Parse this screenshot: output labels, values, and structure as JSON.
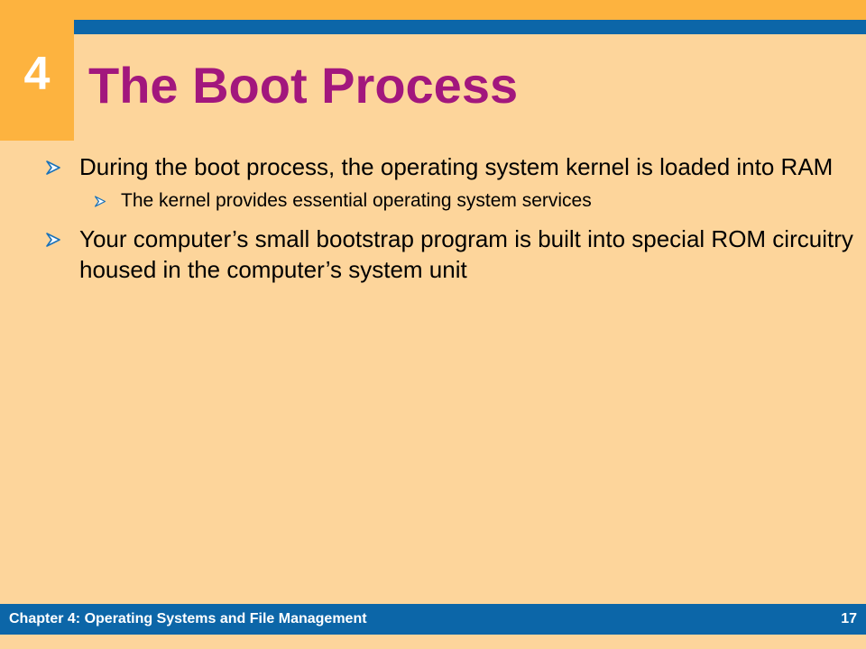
{
  "chapter": {
    "number": "4"
  },
  "slide": {
    "title": "The Boot Process",
    "bullets": [
      {
        "text": "During the boot process, the operating system kernel is loaded into RAM",
        "sub_bullets": [
          {
            "text": "The kernel provides essential operating system services"
          }
        ]
      },
      {
        "text": "Your computer’s small bootstrap program is built into special ROM circuitry housed in the computer’s system unit"
      }
    ]
  },
  "footer": {
    "chapter_title": "Chapter 4: Operating Systems and File Management",
    "page_number": "17"
  },
  "icons": {
    "bullet": "arrow-bullet-icon"
  },
  "colors": {
    "background": "#FDD59B",
    "accent_orange": "#FDB33F",
    "accent_blue": "#0C66A8",
    "title": "#A2177D"
  }
}
